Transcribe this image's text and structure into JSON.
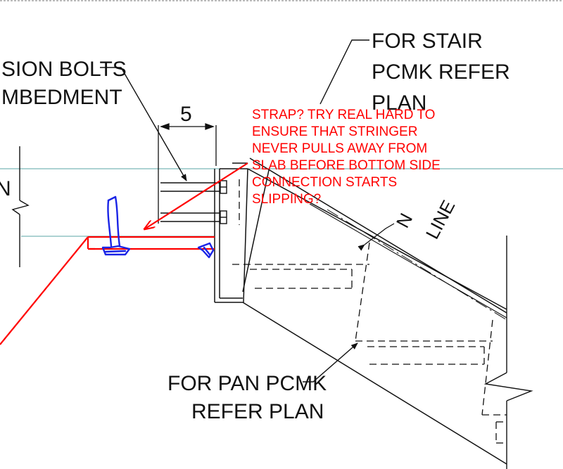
{
  "callouts": {
    "anchor_line1": "SION BOLTS",
    "anchor_line2": "MBEDMENT",
    "stair_line1": "FOR STAIR",
    "stair_line2": "PCMK REFER",
    "stair_line3": "PLAN",
    "pan_line1": "FOR PAN PCMK",
    "pan_line2": "REFER PLAN"
  },
  "dimension": {
    "value": "5"
  },
  "elevation_marker": {
    "letter": "N"
  },
  "rotated_label": {
    "line1": "N",
    "line2": "LINE"
  },
  "markup_note": {
    "line1": "STRAP?  TRY REAL HARD TO",
    "line2": "ENSURE THAT STRINGER",
    "line3": "NEVER PULLS AWAY FROM",
    "line4": "SLAB BEFORE BOTTOM SIDE",
    "line5": "CONNECTION STARTS",
    "line6": "SLIPPING?"
  },
  "colors": {
    "linework": "#111111",
    "markup_red": "#ff0000",
    "markup_blue": "#1a24e6",
    "guide_line": "#5aa6a6"
  }
}
